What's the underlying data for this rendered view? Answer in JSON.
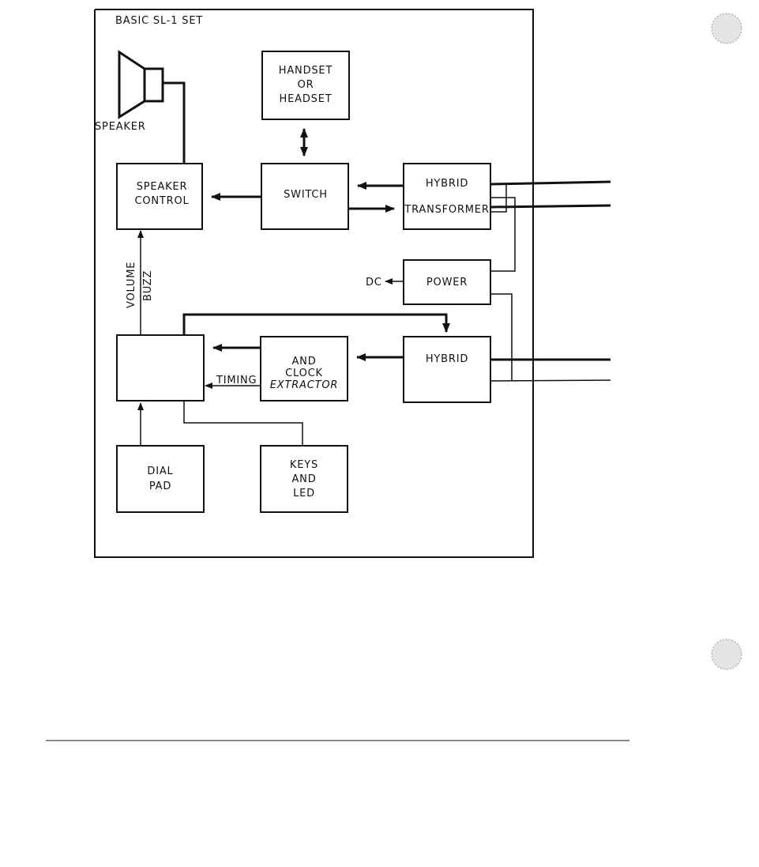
{
  "diagram": {
    "title": "BASIC SL-1 SET",
    "speaker": {
      "label": "SPEAKER"
    },
    "blocks": {
      "handset": [
        "HANDSET",
        "OR",
        "HEADSET"
      ],
      "speaker_control": [
        "SPEAKER",
        "CONTROL"
      ],
      "switch": [
        "SWITCH"
      ],
      "hybrid_transformer": [
        "HYBRID",
        "TRANSFORMER"
      ],
      "power": [
        "POWER"
      ],
      "controller": [],
      "clock_extractor": [
        "AND",
        "CLOCK",
        "EXTRACTOR"
      ],
      "hybrid": [
        "HYBRID"
      ],
      "dial_pad": [
        "DIAL",
        "PAD"
      ],
      "keys": [
        "KEYS",
        "AND",
        "LED"
      ]
    },
    "signals": {
      "volume": "VOLUME",
      "buzz": "BUZZ",
      "dc": "DC",
      "timing": "TIMING"
    }
  }
}
